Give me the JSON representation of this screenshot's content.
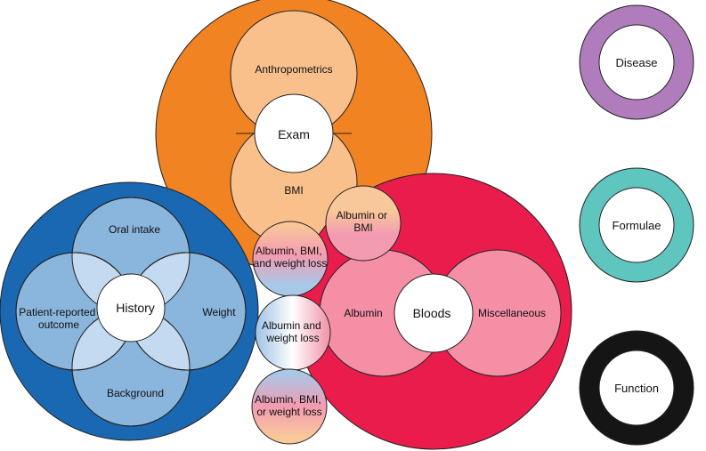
{
  "colors": {
    "exam": "#f28322",
    "exam_light": "#f9c08c",
    "history": "#1a68b1",
    "history_light": "#8ab5dc",
    "history_overlap": "#c4daf0",
    "bloods": "#e91c4c",
    "bloods_light": "#f48fa6",
    "bridge_exam": "#f8c79a",
    "bridge_bloods": "#f39bb1",
    "bridge_history": "#a8c8e8",
    "disease": "#b07cbb",
    "formulae": "#5ec5bf",
    "function": "#151515",
    "core": "#ffffff"
  },
  "exam": {
    "label": "Exam",
    "anthropometrics": "Anthropometrics",
    "bmi": "BMI"
  },
  "history": {
    "label": "History",
    "oral_intake": "Oral intake",
    "patient_reported": [
      "Patient-reported",
      "outcome"
    ],
    "weight": "Weight",
    "background": "Background"
  },
  "bloods": {
    "label": "Bloods",
    "albumin": "Albumin",
    "miscellaneous": "Miscellaneous"
  },
  "bridges": {
    "albumin_or_bmi": [
      "Albumin or",
      "BMI"
    ],
    "albumin_bmi_and_weight_loss": [
      "Albumin, BMI,",
      "and weight loss"
    ],
    "albumin_and_weight_loss": [
      "Albumin and",
      "weight loss"
    ],
    "albumin_bmi_or_weight_loss": [
      "Albumin, BMI,",
      "or weight loss"
    ]
  },
  "side_rings": {
    "disease": "Disease",
    "formulae": "Formulae",
    "function": "Function"
  }
}
